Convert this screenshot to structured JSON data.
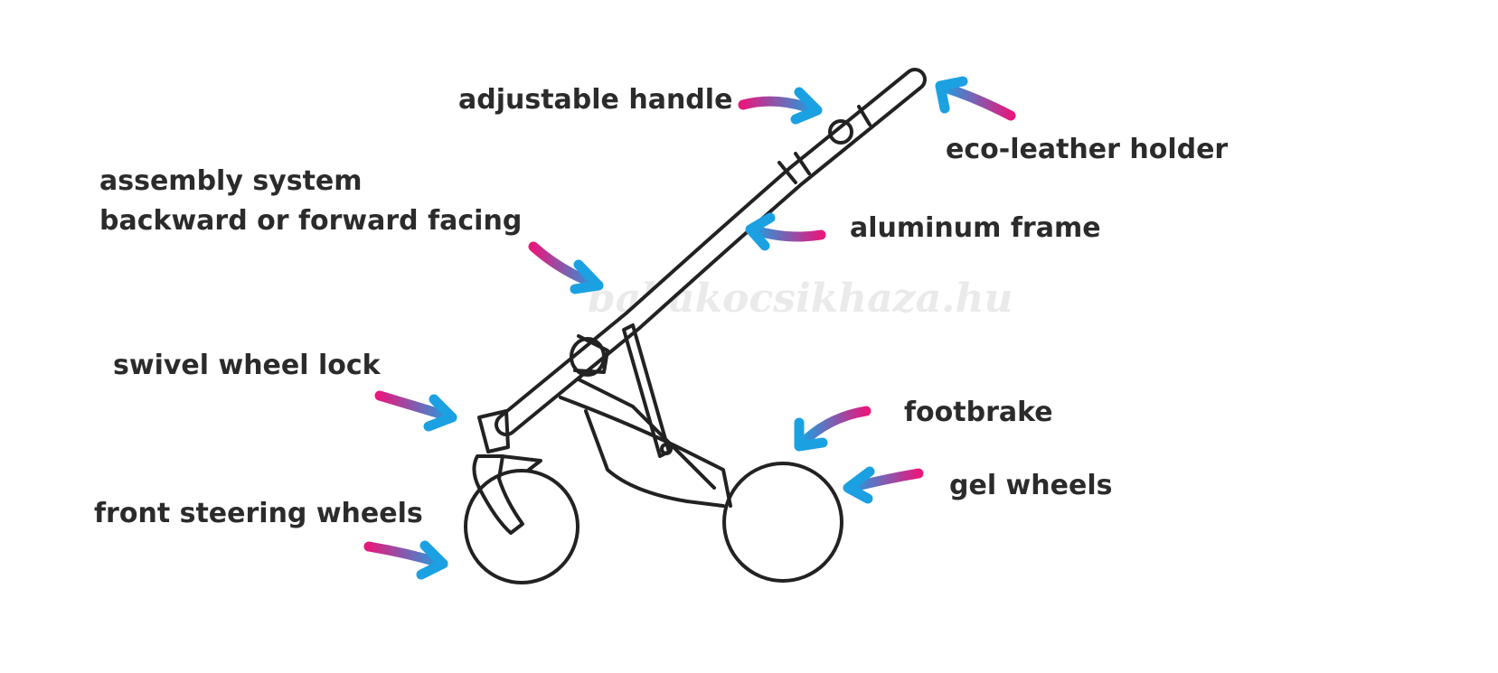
{
  "colors": {
    "arrow_start": "#e5197e",
    "arrow_end": "#1ba1e2",
    "line": "#222222",
    "text": "#2b2b2b"
  },
  "labels": {
    "adjustable_handle": "adjustable handle",
    "eco_leather_holder": "eco-leather holder",
    "assembly_line1": "assembly system",
    "assembly_line2": "backward or forward facing",
    "aluminum_frame": "aluminum frame",
    "swivel_wheel_lock": "swivel wheel lock",
    "footbrake": "footbrake",
    "gel_wheels": "gel wheels",
    "front_steering_wheels": "front steering wheels"
  },
  "watermark": "babakocsikhaza.hu"
}
